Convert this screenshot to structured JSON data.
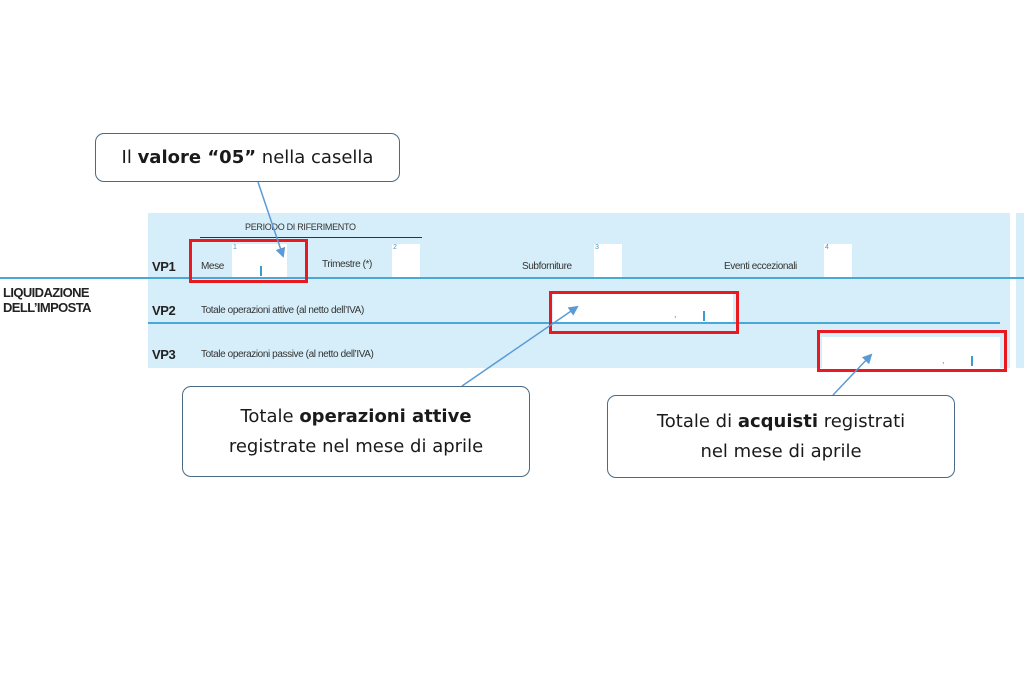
{
  "section": {
    "line1": "LIQUIDAZIONE",
    "line2": "DELL’IMPOSTA"
  },
  "period_header": "PERIODO DI RIFERIMENTO",
  "rows": {
    "vp1": {
      "code": "VP1",
      "fields": {
        "mese": {
          "label": "Mese",
          "num": "1"
        },
        "trimestre": {
          "label": "Trimestre (*)",
          "num": "2"
        },
        "subforniture": {
          "label": "Subforniture",
          "num": "3"
        },
        "eventi": {
          "label": "Eventi eccezionali",
          "num": "4"
        }
      }
    },
    "vp2": {
      "code": "VP2",
      "desc": "Totale operazioni attive (al netto dell’IVA)",
      "decimal_sep": ","
    },
    "vp3": {
      "code": "VP3",
      "desc": "Totale operazioni passive (al netto dell’IVA)",
      "decimal_sep": ","
    }
  },
  "callouts": {
    "mese": {
      "pre": "Il ",
      "bold": "valore “05”",
      "post": " nella casella"
    },
    "attive": {
      "pre": "Totale ",
      "bold": "operazioni attive",
      "line2": "registrate nel mese di aprile"
    },
    "acquisti": {
      "pre": "Totale di ",
      "bold": "acquisti",
      "post": " registrati",
      "line2": "nel mese di aprile"
    }
  },
  "colors": {
    "form_bg": "#d5eef9",
    "highlight": "#e8191f",
    "arrow": "#5b9bd5",
    "rule": "#4aa8d8"
  }
}
